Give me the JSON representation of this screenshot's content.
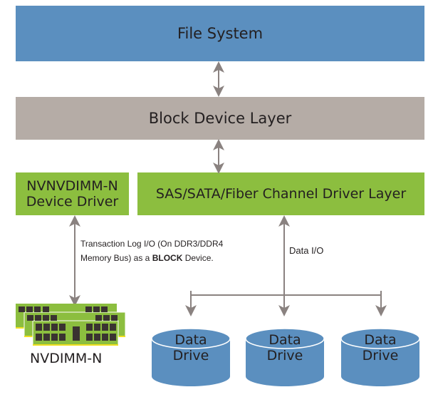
{
  "colors": {
    "blue": "#5b8fbf",
    "gray": "#b5aca6",
    "green": "#8cbe3f",
    "arrow": "#8a8280",
    "drive": "#5b8fbf"
  },
  "layers": {
    "file_system": "File System",
    "block_device": "Block Device Layer",
    "nvdimm_driver_line1": "NVNVDIMM-N",
    "nvdimm_driver_line2": "Device Driver",
    "sas_driver": "SAS/SATA/Fiber Channel Driver Layer"
  },
  "annotations": {
    "transaction_line1": "Transaction Log I/O (On DDR3/DDR4",
    "transaction_line2_pre": "Memory Bus) as a ",
    "transaction_line2_bold": "BLOCK",
    "transaction_line2_post": " Device.",
    "data_io": "Data I/O"
  },
  "nvdimm_label": "NVDIMM-N",
  "drives": [
    {
      "line1": "Data",
      "line2": "Drive"
    },
    {
      "line1": "Data",
      "line2": "Drive"
    },
    {
      "line1": "Data",
      "line2": "Drive"
    }
  ]
}
